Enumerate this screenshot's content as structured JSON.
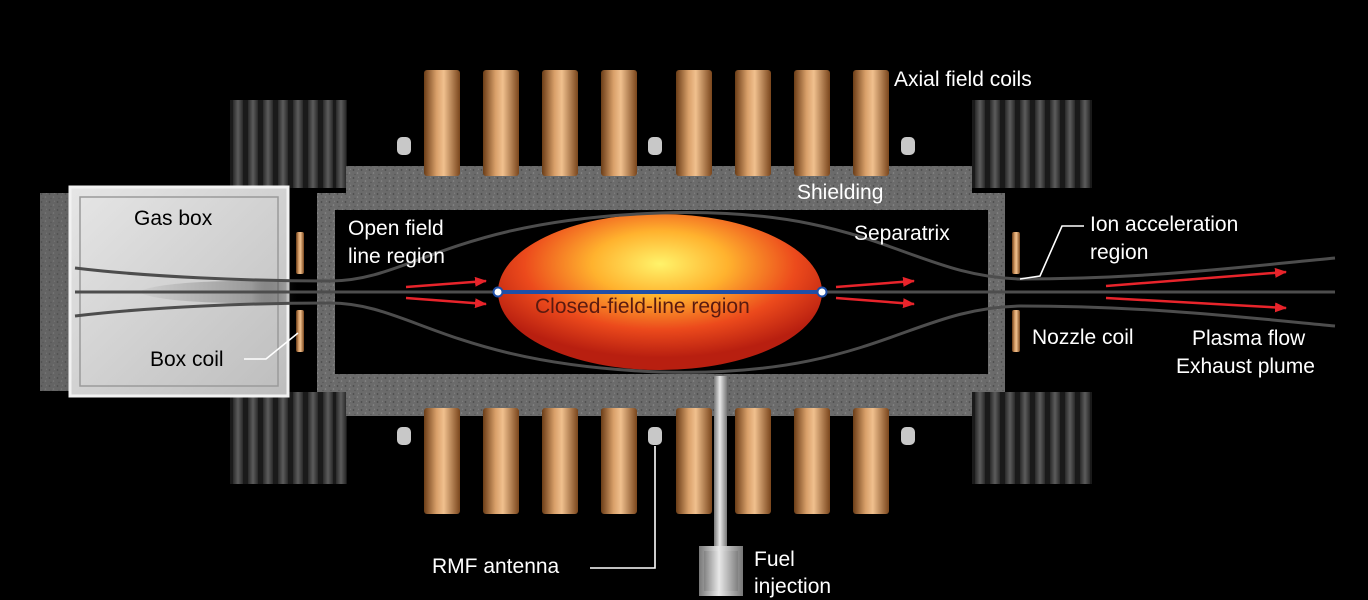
{
  "labels": {
    "axial_field_coils": "Axial field coils",
    "shielding": "Shielding",
    "gas_box": "Gas box",
    "open_field_line": [
      "Open field",
      "line region"
    ],
    "separatrix": "Separatrix",
    "ion_acceleration": [
      "Ion acceleration",
      "region"
    ],
    "closed_field_line": "Closed-field-line region",
    "box_coil": "Box coil",
    "nozzle_coil": "Nozzle coil",
    "plasma_flow": "Plasma flow",
    "exhaust_plume": "Exhaust plume",
    "rmf_antenna": "RMF antenna",
    "fuel_injection": [
      "Fuel",
      "injection"
    ]
  },
  "colors": {
    "background": "#000000",
    "coil_copper": "#c98a4f",
    "shielding_gray": "#6f6f6f",
    "plasma_core": "#ffe650",
    "plasma_edge": "#c62a12",
    "separatrix_line": "#1f4fa8",
    "flow_arrows": "#e8242b",
    "field_lines": "#4a4a4a"
  }
}
